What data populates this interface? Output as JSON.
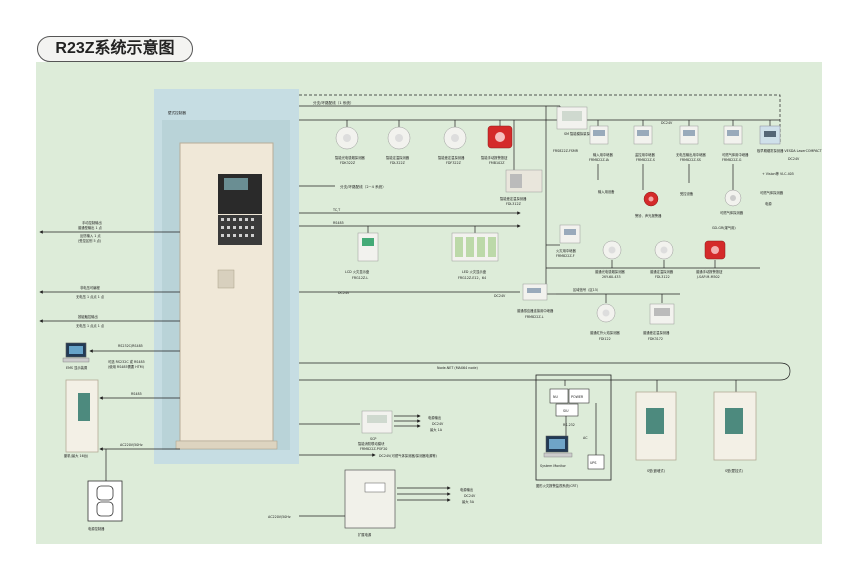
{
  "title": "R23Z系统示意图",
  "labels": {
    "controller": "壁式控制器",
    "branch1": "分支/环路配线（1 系统）",
    "branch2": "分支/环路配线（2~4 系统）",
    "tc": "TC,T",
    "rs485_mid": "RS485",
    "dc24_mid": "DC24V",
    "dc24_top": "DC24V",
    "dc24_right": "DC24V",
    "smoke1": "智能光电感烟探测器",
    "smoke1_model": "FDK322Z",
    "heat1": "智能定温探测器",
    "heat1_model": "FDL322Z",
    "heat2": "智能差定温探测器",
    "heat2_model": "FDF322Z",
    "callpoint": "智能手动报警按钮",
    "callpoint_model": "FMB102Z",
    "sm_module": "SM 智能模拟量探测器",
    "sm_model": "FRS822Z-FSMR",
    "in_mod": "输入用中继器",
    "in_mod_model": "FRM822Z-IA",
    "ctrl_mod": "监控用中继器",
    "ctrl_mod_model": "FRM822Z-S",
    "nv_mod": "无电压输出用中继器",
    "nv_mod_model": "FRM822Z-SS",
    "gas_mod": "可燃气体用中继器",
    "gas_mod_model": "FRM822Z-G",
    "vesda": "极早期烟雾探测器 VESDA LaserCOMPACT",
    "vision": "+ Vision等 VLC-405",
    "in_dev": "输入用设备",
    "bell": "警铃、声光报警器",
    "ctrl_dev": "受控设备",
    "gas_det": "可燃气体探测器",
    "gas_det_model": "GD-GR(煤气用)",
    "gas_det2": "可燃气体探测器",
    "gas_det2_sub": "电源",
    "smart_heat": "智能差定温探测器",
    "smart_heat_model": "FDL312Z",
    "lcd": "LCD 火灾显示盘",
    "lcd_model": "FRG12Z-L",
    "led": "LED 火灾显示盘",
    "led_model": "FRG12Z-E12，64",
    "fire_mod": "火灾用中继器",
    "fire_mod_model": "FRM822Z-F",
    "pd_smoke": "普通光电感烟探测器",
    "pd_smoke_model": "2KY-60-433",
    "pd_heat": "普通定温探测器",
    "pd_heat_model": "FDL3122",
    "pd_call": "普通手动报警按钮",
    "pd_call_model": "J-SAP-M-M502",
    "zone_sig": "区域信号（区15）",
    "zone_mod": "普通感应器连接用中继器",
    "zone_mod_model": "FRM822Z-L",
    "flame": "普通红外火焰探测器",
    "flame_model": "FDI122",
    "heat3": "普通差定温探测器",
    "heat3_model": "FDK3172",
    "left1a": "手动控制输出",
    "left1b": "普通型输出 1 点",
    "left1c": "反馈输入 1 点",
    "left1d": "(受控区别 5 点)",
    "left2a": "非电压可编程",
    "left2b": "无电压 1 点点 1 点",
    "left3a": "按键触控输出",
    "left3b": "无电压 1 点点 1 点",
    "rs232": "RS232C/RS485",
    "rs232b": "可选 RS232C 或 RS485",
    "rs232c": "(使用 RS485需要 HTM)",
    "pc": "EMS 显示装置",
    "rs485": "RS485",
    "repeater": "副机(最大 16台)",
    "ac220": "AC220V/50Hz",
    "power_box": "电源控制器",
    "net": "Node-NET (MAX64 node)",
    "nu": "NU",
    "power": "POWER",
    "siu": "SIU",
    "rs232_lbl": "RS-232",
    "ac_lbl": "AC",
    "sys_mon": "System Monitor",
    "ups": "UPS",
    "cbt": "图形火灾报警监视系统(CRT)",
    "node1": "S型(嵌墙式)",
    "node2": "S型(壁挂式)",
    "scp": "SCP",
    "scp_name": "智能消防联动模块",
    "scp_model": "FRM822Z-POF20",
    "power_out": "电源输出",
    "power_dc": "DC24V",
    "power_a": "最大 1A",
    "dc_line": "DC24V(可燃气体探测器/探测器电源等)",
    "ac_bottom": "AC220V/50Hz",
    "exp": "扩展电源",
    "power_out2": "电源输出",
    "power_dc2": "DC24V",
    "power_a2": "最大 5A"
  }
}
